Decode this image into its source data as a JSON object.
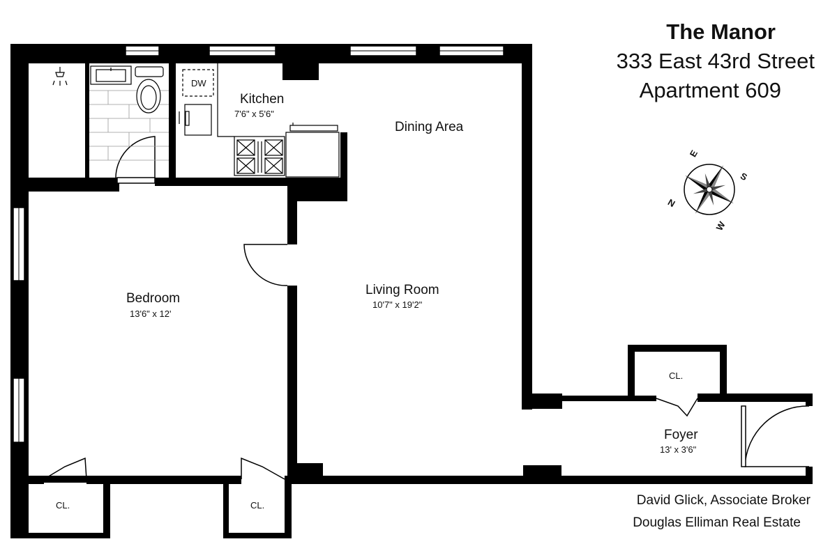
{
  "header": {
    "building": "The Manor",
    "address": "333 East 43rd Street",
    "unit": "Apartment 609"
  },
  "rooms": {
    "kitchen": {
      "name": "Kitchen",
      "dims": "7'6\" x 5'6\""
    },
    "dining": {
      "name": "Dining Area"
    },
    "bedroom": {
      "name": "Bedroom",
      "dims": "13'6\" x 12'"
    },
    "living": {
      "name": "Living Room",
      "dims": "10'7\" x 19'2\""
    },
    "foyer": {
      "name": "Foyer",
      "dims": "13' x 3'6\""
    }
  },
  "closets": {
    "label": "CL."
  },
  "appliances": {
    "dishwasher": "DW"
  },
  "compass": {
    "north": "N",
    "south": "S",
    "east": "E",
    "west": "W"
  },
  "credits": {
    "agent": "David Glick, Associate Broker",
    "firm": "Douglas Elliman Real Estate"
  }
}
